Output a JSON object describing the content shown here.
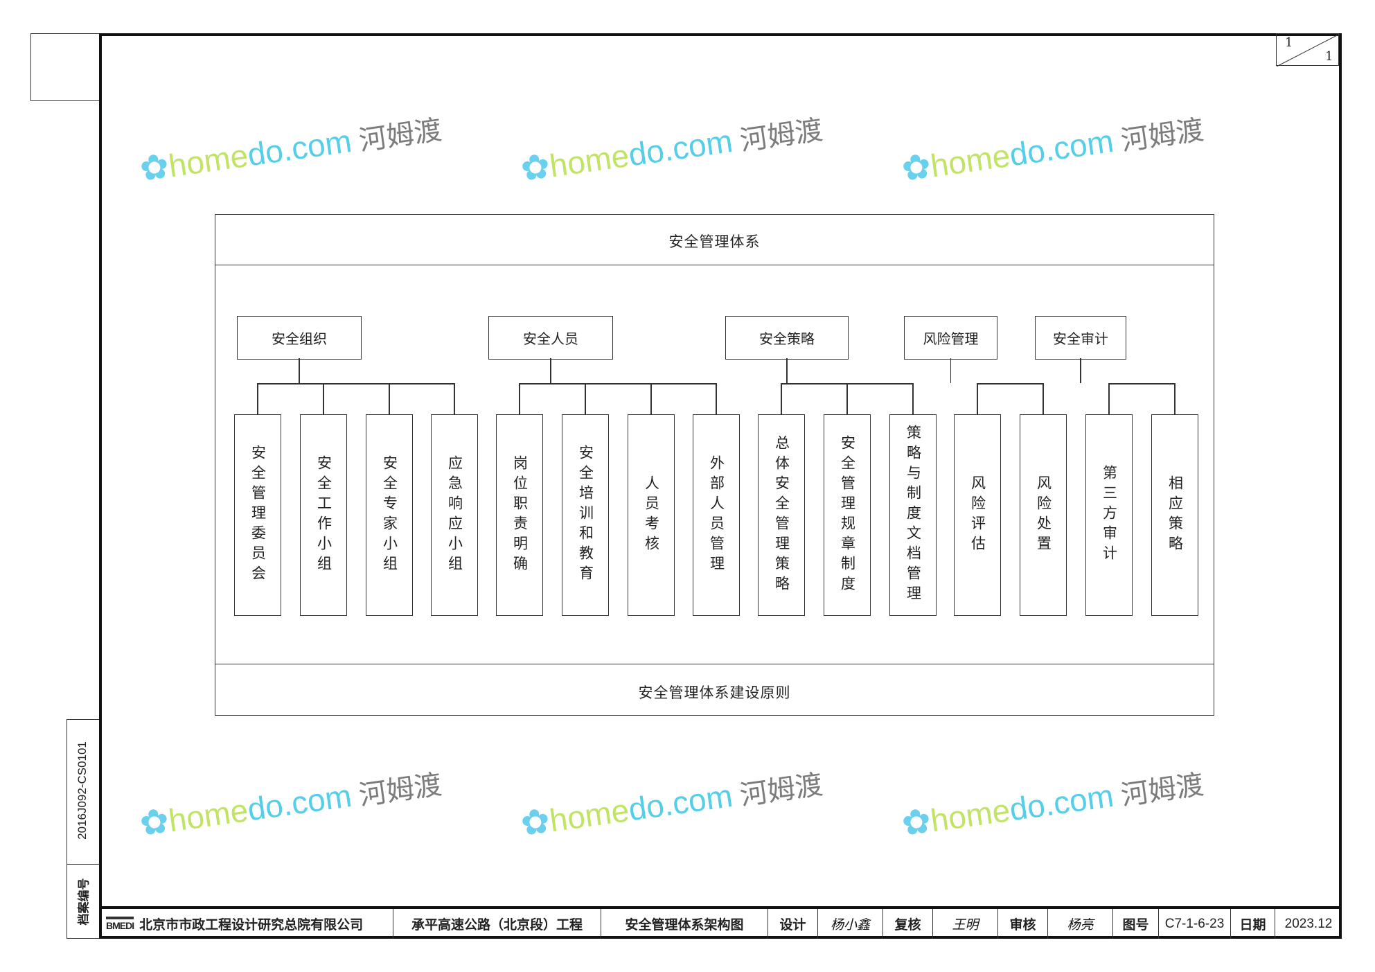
{
  "page_indicator": {
    "current": "1",
    "total": "1"
  },
  "diagram": {
    "title": "安全管理体系",
    "footer": "安全管理体系建设原则",
    "categories": [
      {
        "label": "安全组织",
        "children": [
          "安全管理委员会",
          "安全工作小组",
          "安全专家小组",
          "应急响应小组"
        ]
      },
      {
        "label": "安全人员",
        "children": [
          "岗位职责明确",
          "安全培训和教育",
          "人员考核",
          "外部人员管理"
        ]
      },
      {
        "label": "安全策略",
        "children": [
          "总体安全管理策略",
          "安全管理规章制度",
          "策略与制度文档管理"
        ]
      },
      {
        "label": "风险管理",
        "children": [
          "风险评估",
          "风险处置"
        ]
      },
      {
        "label": "安全审计",
        "children": [
          "第三方审计",
          "相应策略"
        ]
      }
    ]
  },
  "side_strip": {
    "code": "2016J092-CS0101",
    "label": "档案编号"
  },
  "title_block": {
    "logo_text": "BMEDI",
    "company": "北京市市政工程设计研究总院有限公司",
    "project": "承平高速公路（北京段）工程",
    "drawing_title": "安全管理体系架构图",
    "design_label": "设计",
    "design_signature": "杨小鑫",
    "review_label": "复核",
    "review_signature": "王明",
    "approve_label": "审核",
    "approve_signature": "杨亮",
    "drawing_no_label": "图号",
    "drawing_no": "C7-1-6-23",
    "date_label": "日期",
    "date": "2023.12"
  },
  "watermark": {
    "text_a": "home",
    "text_b": "do.com",
    "text_c": "河姆渡"
  }
}
